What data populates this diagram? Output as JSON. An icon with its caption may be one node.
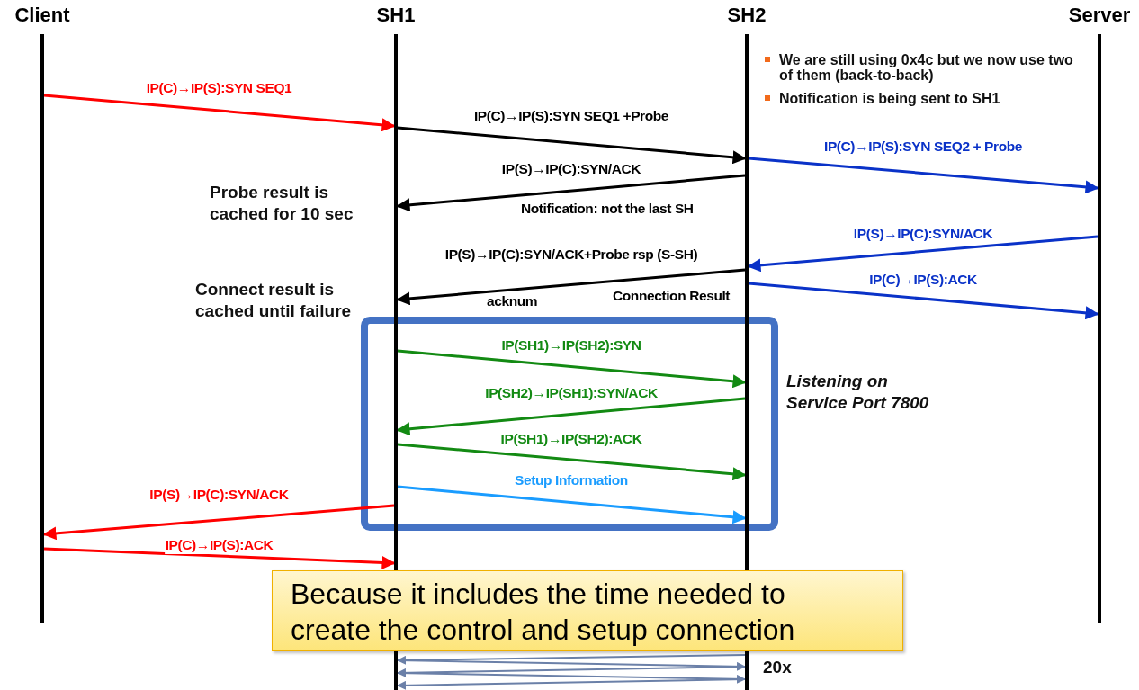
{
  "diagram": {
    "nodes": [
      {
        "text": [
          "Client"
        ]
      },
      {
        "text": [
          "SH1"
        ]
      },
      {
        "text": [
          "SH2"
        ]
      },
      {
        "text": [
          "Server"
        ]
      },
      {
        "text": [
          "Because it includes the time needed to create the control and setup connection"
        ]
      }
    ],
    "edges": [
      {
        "from": 0,
        "to": 1,
        "arrow": "to",
        "label": "IP(C)→IP(S):SYN SEQ1",
        "color": "#ff0000"
      },
      {
        "from": 1,
        "to": 2,
        "arrow": "to",
        "label": "IP(C)→IP(S):SYN SEQ1 +Probe",
        "color": "#000000"
      },
      {
        "from": 2,
        "to": 3,
        "arrow": "to",
        "label": "IP(C)→IP(S):SYN SEQ2 + Probe",
        "color": "#0a32c8"
      },
      {
        "from": 2,
        "to": 1,
        "arrow": "to",
        "label": "IP(S)→IP(C):SYN/ACK",
        "color": "#000000"
      },
      {
        "from": 3,
        "to": 2,
        "arrow": "to",
        "label": "IP(S)→IP(C):SYN/ACK",
        "color": "#0a32c8"
      },
      {
        "from": 2,
        "to": 1,
        "arrow": "to",
        "label": "IP(S)→IP(C):SYN/ACK+Probe rsp (S-SH)",
        "color": "#000000"
      },
      {
        "from": 2,
        "to": 3,
        "arrow": "to",
        "label": "IP(C)→IP(S):ACK",
        "color": "#0a32c8"
      },
      {
        "from": 1,
        "to": 2,
        "arrow": "to",
        "label": "IP(SH1)→IP(SH2):SYN",
        "color": "#138a13"
      },
      {
        "from": 2,
        "to": 1,
        "arrow": "to",
        "label": "IP(SH2)→IP(SH1):SYN/ACK",
        "color": "#138a13"
      },
      {
        "from": 1,
        "to": 2,
        "arrow": "to",
        "label": "IP(SH1)→IP(SH2):ACK",
        "color": "#138a13"
      },
      {
        "from": 1,
        "to": 2,
        "arrow": "to",
        "label": "Setup Information",
        "color": "#1a9cff"
      },
      {
        "from": 1,
        "to": 0,
        "arrow": "to",
        "label": "IP(S)→IP(C):SYN/ACK",
        "color": "#ff0000"
      },
      {
        "from": 0,
        "to": 1,
        "arrow": "to",
        "label": "IP(C)→IP(S):ACK",
        "color": "#ff0000"
      },
      {
        "from": 2,
        "to": 1,
        "arrow": "to",
        "color": "#6b80a8"
      },
      {
        "from": 1,
        "to": 2,
        "arrow": "to",
        "color": "#6b80a8"
      },
      {
        "from": 2,
        "to": 1,
        "arrow": "to",
        "color": "#6b80a8"
      },
      {
        "from": 1,
        "to": 2,
        "arrow": "to",
        "color": "#6b80a8"
      },
      {
        "from": 2,
        "to": 1,
        "arrow": "to",
        "color": "#6b80a8"
      }
    ],
    "labels": [
      "We are still using 0x4c but we now use two of them (back-to-back)",
      "Notification is being sent to SH1",
      "Probe result is cached for 10 sec",
      "Notification: not the last SH",
      "Connect result is cached until failure",
      "Connection Result",
      "acknum",
      "Listening on Service Port 7800",
      "20x"
    ]
  }
}
